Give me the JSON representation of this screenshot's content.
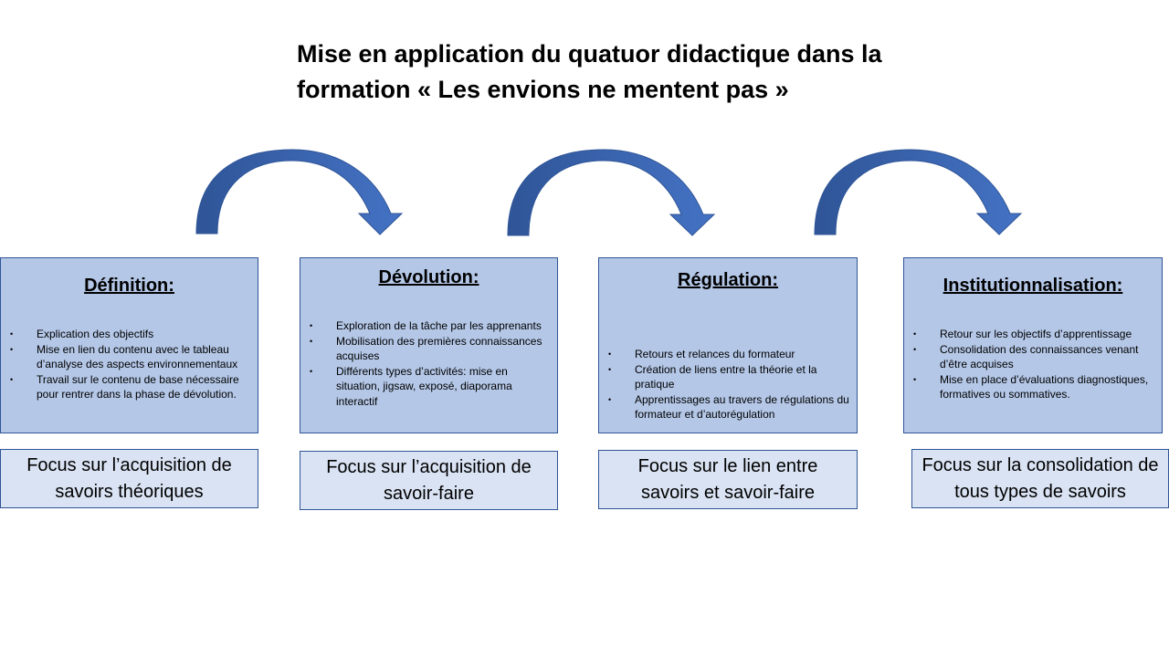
{
  "title": {
    "line1": "Mise en application du quatuor didactique dans la",
    "line2": "formation « Les envions ne mentent pas »"
  },
  "stages": [
    {
      "heading": "Définition:",
      "bullets": [
        "Explication des objectifs",
        "Mise en lien du contenu avec le tableau d’analyse des aspects environnementaux",
        "Travail sur le contenu de base nécessaire pour rentrer dans la phase de dévolution."
      ],
      "focus": "Focus sur l’acquisition de savoirs théoriques"
    },
    {
      "heading": "Dévolution:",
      "bullets": [
        "Exploration de la tâche par les apprenants",
        "Mobilisation des premières connaissances acquises",
        "Différents types d’activités: mise en situation, jigsaw, exposé, diaporama interactif"
      ],
      "focus": "Focus sur l’acquisition de savoir-faire"
    },
    {
      "heading": "Régulation:",
      "bullets": [
        "Retours et relances du formateur",
        "Création de liens entre la théorie et la pratique",
        "Apprentissages au travers de régulations du formateur et d’autorégulation"
      ],
      "focus": "Focus sur le lien entre savoirs et savoir-faire"
    },
    {
      "heading": "Institutionnalisation:",
      "bullets": [
        "Retour sur les objectifs d’apprentissage",
        "Consolidation des connaissances venant d’être acquises",
        "Mise en place d’évaluations diagnostiques, formatives ou sommatives."
      ],
      "focus": "Focus sur la consolidation de tous types de savoirs"
    }
  ],
  "bullet_glyph": "•",
  "colors": {
    "stage_fill": "#b4c7e7",
    "focus_fill": "#dae3f3",
    "border": "#2f5597",
    "arrow_light": "#4472c4",
    "arrow_dark": "#2f5597"
  }
}
